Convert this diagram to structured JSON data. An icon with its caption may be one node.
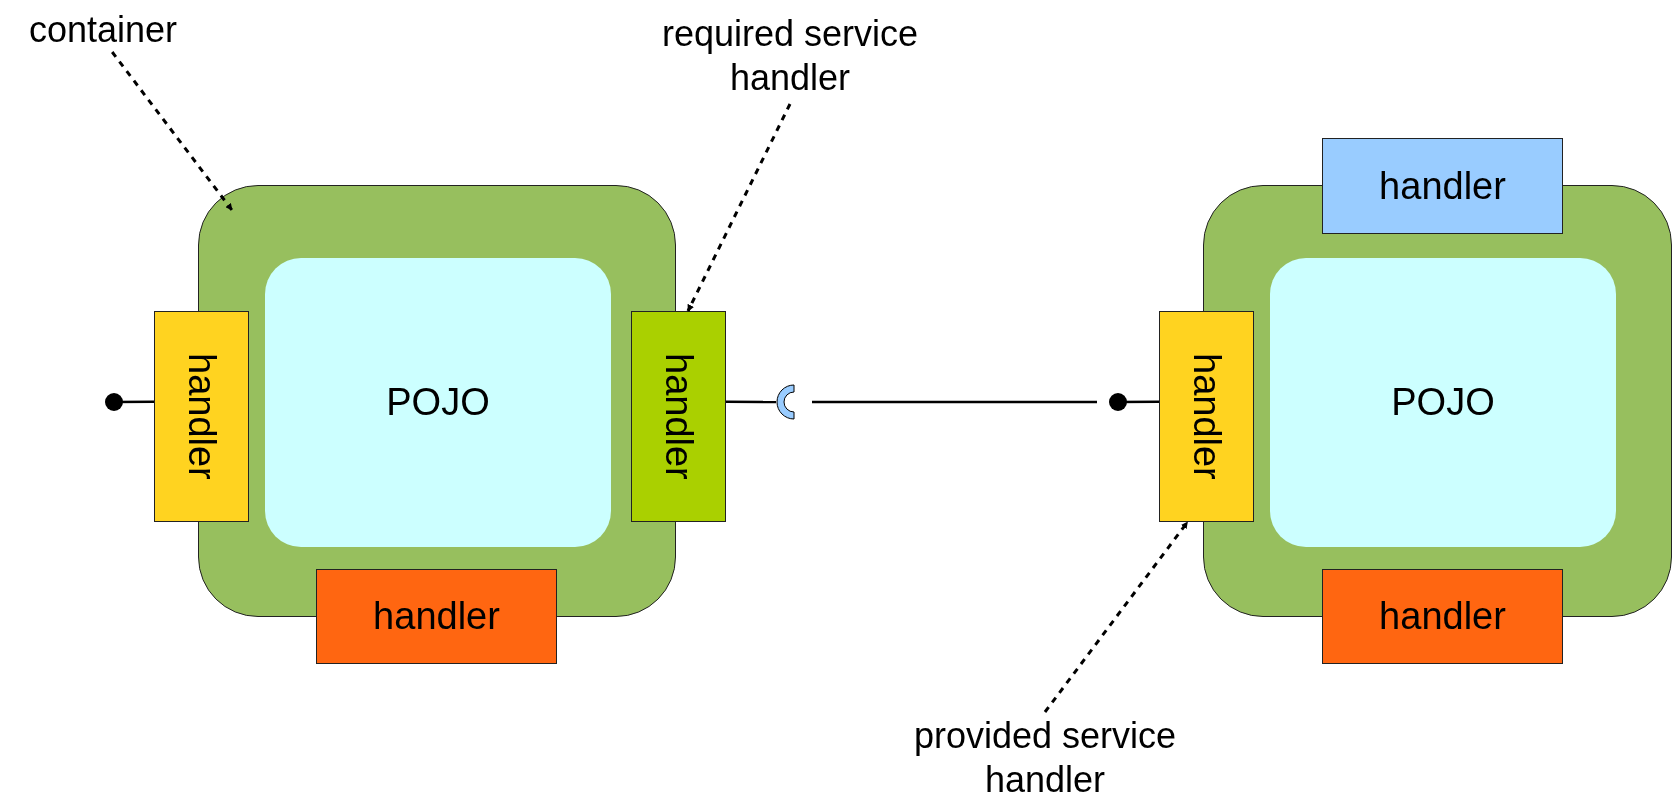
{
  "diagram": {
    "nodes": [
      {
        "text": [
          "container"
        ]
      },
      {
        "text": [],
        "shape": "box"
      },
      {
        "text": [
          "POJO"
        ],
        "in": 1
      },
      {
        "text": [
          "handler"
        ]
      },
      {
        "text": [
          "handler"
        ]
      },
      {
        "text": [
          "handler"
        ]
      },
      {
        "text": [
          "required service handler"
        ]
      },
      {
        "text": [],
        "shape": "box"
      },
      {
        "text": [
          "handler"
        ]
      },
      {
        "text": [
          "handler"
        ]
      },
      {
        "text": [
          "POJO"
        ],
        "in": 7
      },
      {
        "text": [
          "handler"
        ]
      },
      {
        "text": [
          "provided service handler"
        ]
      },
      {
        "text": [],
        "shape": "semicircle"
      }
    ],
    "edges": [
      {
        "from": null,
        "to": 3,
        "arrow": "other"
      },
      {
        "from": 4,
        "to": 13,
        "arrow": "none"
      },
      {
        "from": 13,
        "to": null,
        "arrow": "none"
      },
      {
        "from": null,
        "to": 9,
        "arrow": "other"
      },
      {
        "from": 0,
        "to": 1,
        "arrow": "to",
        "style": "dashed"
      },
      {
        "from": 6,
        "to": 4,
        "arrow": "to",
        "style": "dashed"
      },
      {
        "from": 12,
        "to": 9,
        "arrow": "to",
        "style": "dashed"
      }
    ]
  }
}
